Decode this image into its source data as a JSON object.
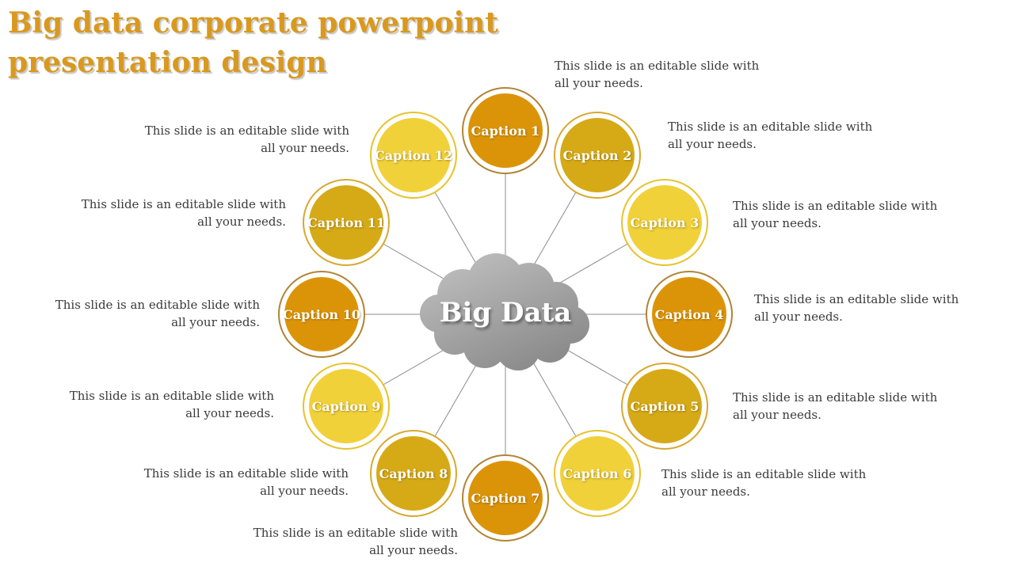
{
  "title": "Big data corporate powerpoint presentation design",
  "center": {
    "label": "Big Data"
  },
  "note": {
    "line1": "This slide is an editable slide with",
    "line2": "all your needs."
  },
  "captions": [
    {
      "label": "Caption 1",
      "variant": "dark-orange"
    },
    {
      "label": "Caption 2",
      "variant": "gold"
    },
    {
      "label": "Caption 3",
      "variant": "yellow"
    },
    {
      "label": "Caption 4",
      "variant": "dark-orange"
    },
    {
      "label": "Caption 5",
      "variant": "gold"
    },
    {
      "label": "Caption 6",
      "variant": "yellow"
    },
    {
      "label": "Caption 7",
      "variant": "dark-orange"
    },
    {
      "label": "Caption 8",
      "variant": "gold"
    },
    {
      "label": "Caption 9",
      "variant": "yellow"
    },
    {
      "label": "Caption 10",
      "variant": "dark-orange"
    },
    {
      "label": "Caption 11",
      "variant": "gold"
    },
    {
      "label": "Caption 12",
      "variant": "yellow"
    }
  ],
  "colors": {
    "title": "#D9991F",
    "circle_dark": "#DB9408",
    "circle_gold": "#D5AA16",
    "circle_yellow": "#F0D139",
    "ring_dark": "#B08435",
    "ring_gold": "#D8A92F",
    "ring_yellow": "#E6C32E",
    "cloud_top": "#B6B6B6",
    "cloud_bottom": "#8C8C8C",
    "line": "#8C8C8C",
    "text": "#3A3A3A"
  }
}
